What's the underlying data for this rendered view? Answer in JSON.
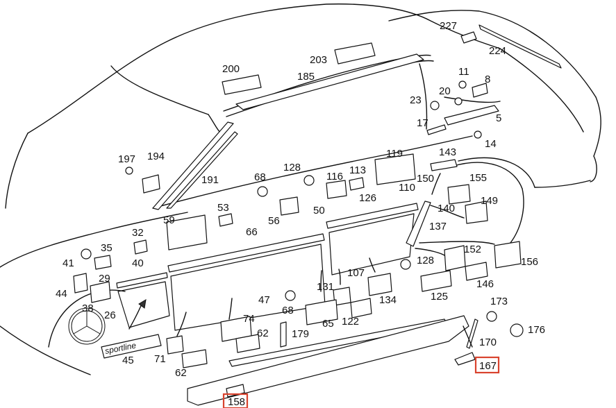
{
  "diagram": {
    "highlight_color": "#d9432e",
    "labels": {
      "l227": "227",
      "l224": "224",
      "l200": "200",
      "l203": "203",
      "l185": "185",
      "l11": "11",
      "l8": "8",
      "l23": "23",
      "l20": "20",
      "l5": "5",
      "l17": "17",
      "l14": "14",
      "l197": "197",
      "l194": "194",
      "l191": "191",
      "l119": "119",
      "l143": "143",
      "l128a": "128",
      "l116": "116",
      "l113": "113",
      "l68a": "68",
      "l155": "155",
      "l150": "150",
      "l110": "110",
      "l126": "126",
      "l53": "53",
      "l59": "59",
      "l56": "56",
      "l50": "50",
      "l140": "140",
      "l149": "149",
      "l66": "66",
      "l32": "32",
      "l137": "137",
      "l35": "35",
      "l41": "41",
      "l40": "40",
      "l152": "152",
      "l156": "156",
      "l128b": "128",
      "l29": "29",
      "l107": "107",
      "l146": "146",
      "l44": "44",
      "l131": "131",
      "l125": "125",
      "l134": "134",
      "l47": "47",
      "l68b": "68",
      "l38": "38",
      "l26": "26",
      "l173": "173",
      "l74": "74",
      "l65": "65",
      "l122": "122",
      "l176": "176",
      "l62a": "62",
      "l179": "179",
      "l170": "170",
      "l45": "45",
      "l71": "71",
      "l167": "167",
      "l62b": "62",
      "l158": "158"
    },
    "badge_text": "sportline"
  }
}
